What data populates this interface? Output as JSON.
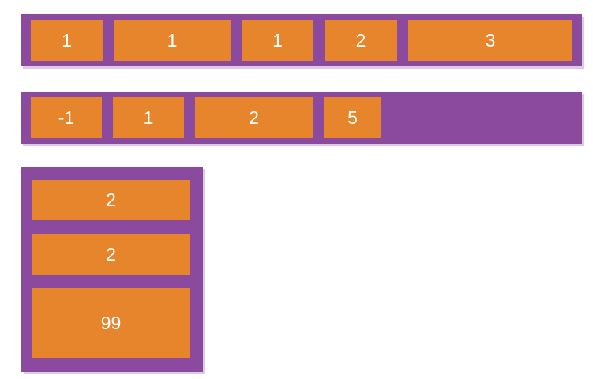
{
  "colors": {
    "container_purple": "#8b4a9e",
    "item_orange": "#e6852b",
    "item_text": "#ffffff",
    "background": "#ffffff",
    "shadow": "#dccbe8"
  },
  "containers": [
    {
      "id": "flex-row-1",
      "direction": "row",
      "items": [
        "1",
        "1",
        "1",
        "2",
        "3"
      ]
    },
    {
      "id": "flex-row-2",
      "direction": "row",
      "items": [
        "-1",
        "1",
        "2",
        "5"
      ]
    },
    {
      "id": "flex-column-1",
      "direction": "column",
      "items": [
        "2",
        "2",
        "99"
      ]
    }
  ]
}
